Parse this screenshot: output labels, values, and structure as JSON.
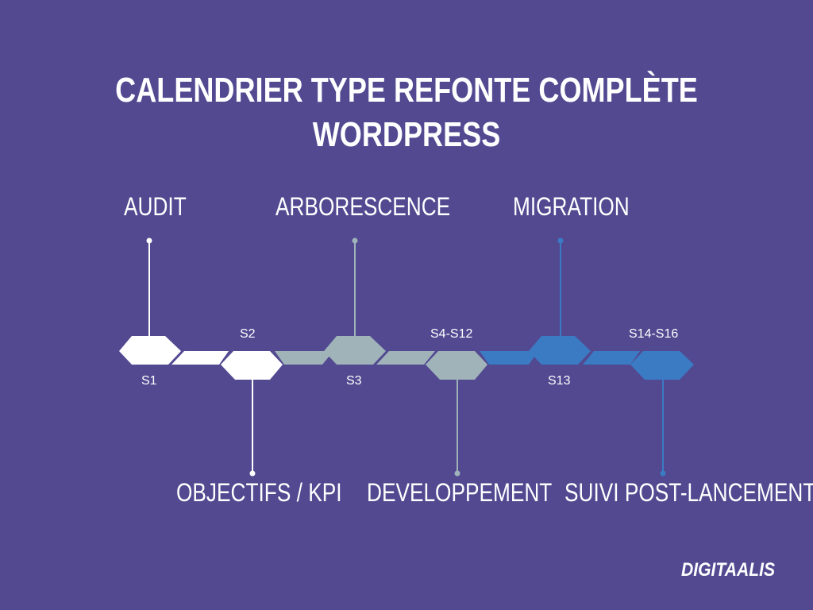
{
  "title": "Calendrier type refonte complète WordPress",
  "colors": {
    "background": "#524991",
    "white": "#ffffff",
    "grey": "#9fb3b9",
    "blue": "#3b7bc4"
  },
  "timeline": {
    "weeks": [
      "S1",
      "S2",
      "S3",
      "S4-S12",
      "S13",
      "S14-S16"
    ],
    "phases": [
      "AUDIT",
      "OBJECTIFS / KPI",
      "ARBORESCENCE",
      "DEVELOPPEMENT",
      "MIGRATION",
      "SUIVI POST-LANCEMENT"
    ]
  },
  "logo": "DIGITAALIS"
}
